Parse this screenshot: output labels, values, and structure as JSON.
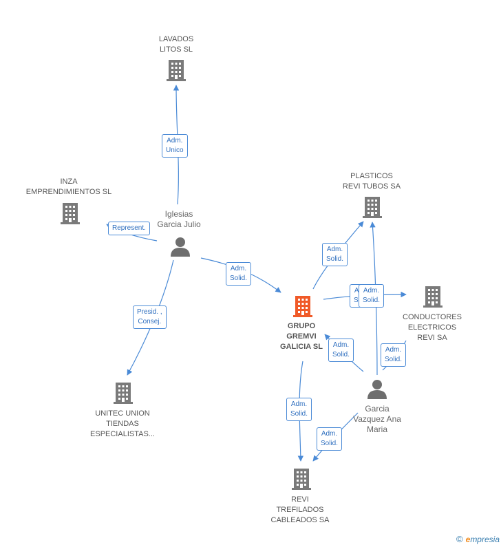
{
  "nodes": {
    "lavados": {
      "lines": [
        "LAVADOS",
        "LITOS SL"
      ],
      "type": "company"
    },
    "inza": {
      "lines": [
        "INZA",
        "EMPRENDIMIENTOS SL"
      ],
      "type": "company"
    },
    "iglesias": {
      "lines": [
        "Iglesias",
        "Garcia Julio"
      ],
      "type": "person"
    },
    "plasticos": {
      "lines": [
        "PLASTICOS",
        "REVI TUBOS SA"
      ],
      "type": "company"
    },
    "gremvi": {
      "lines": [
        "GRUPO",
        "GREMVI",
        "GALICIA SL"
      ],
      "type": "focus-company"
    },
    "conductores": {
      "lines": [
        "CONDUCTORES",
        "ELECTRICOS",
        "REVI SA"
      ],
      "type": "company"
    },
    "unitec": {
      "lines": [
        "UNITEC UNION",
        "TIENDAS",
        "ESPECIALISTAS..."
      ],
      "type": "company"
    },
    "garcia": {
      "lines": [
        "Garcia",
        "Vazquez Ana",
        "Maria"
      ],
      "type": "person"
    },
    "revi": {
      "lines": [
        "REVI",
        "TREFILADOS",
        "CABLEADOS SA"
      ],
      "type": "company"
    }
  },
  "edges": {
    "e1": {
      "lines": [
        "Adm.",
        "Unico"
      ]
    },
    "e2": {
      "lines": [
        "Represent."
      ]
    },
    "e3": {
      "lines": [
        "Adm.",
        "Solid."
      ]
    },
    "e4": {
      "lines": [
        "Presid. ,",
        "Consej."
      ]
    },
    "e5": {
      "lines": [
        "Adm.",
        "Solid."
      ]
    },
    "e6": {
      "lines": [
        "Adm.",
        "Solid."
      ]
    },
    "e7": {
      "lines": [
        "Adm.",
        "Solid."
      ]
    },
    "e8": {
      "lines": [
        "Adm.",
        "Solid."
      ]
    },
    "e9": {
      "lines": [
        "Adm.",
        "Solid."
      ]
    },
    "e10": {
      "lines": [
        "Adm.",
        "Solid."
      ]
    },
    "e11": {
      "lines": [
        "Adm.",
        "Solid."
      ]
    }
  },
  "footer": {
    "copyright": "©",
    "brand_initial": "e",
    "brand_rest": "mpresia"
  },
  "colors": {
    "edge": "#4a8ad6",
    "company_icon": "#7a7a7a",
    "focus_icon": "#f05a28",
    "person_icon": "#6e6e6e"
  }
}
